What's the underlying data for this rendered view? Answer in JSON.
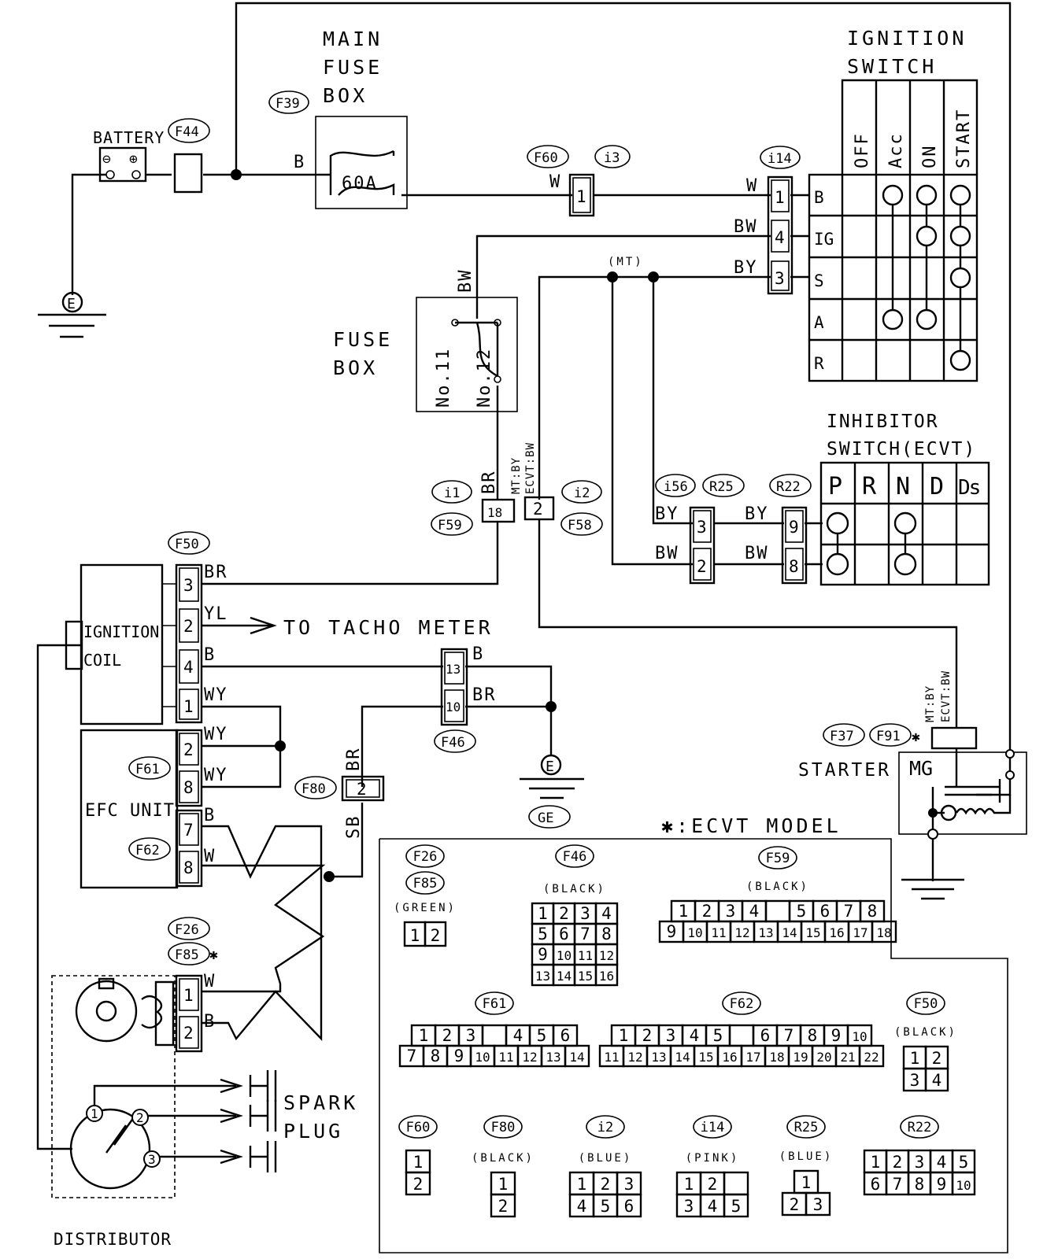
{
  "components": {
    "battery": "BATTERY",
    "battery_terminals": [
      "⊖",
      "⊕"
    ],
    "main_fuse_box": [
      "MAIN",
      "FUSE",
      "BOX"
    ],
    "main_fuse_rating": "60A",
    "ignition_switch": [
      "IGNITION",
      "SWITCH"
    ],
    "ignition_positions": [
      "OFF",
      "Acc",
      "ON",
      "START"
    ],
    "ignition_rows": [
      "B",
      "IG",
      "S",
      "A",
      "R"
    ],
    "fuse_box": [
      "FUSE",
      "BOX"
    ],
    "fuse_labels": [
      "No.11",
      "No.12"
    ],
    "inhibitor_switch": [
      "INHIBITOR",
      "SWITCH(ECVT)"
    ],
    "inhibitor_positions": [
      "P",
      "R",
      "N",
      "D",
      "Ds"
    ],
    "ignition_coil": [
      "IGNITION",
      "COIL"
    ],
    "efc_unit": "EFC UNIT",
    "starter": "STARTER",
    "starter_mg": "MG",
    "distributor": "DISTRIBUTOR",
    "spark_plug": [
      "SPARK",
      "PLUG"
    ],
    "tacho": "TO TACHO METER",
    "mt_label": "(MT)",
    "ecvt_note": "✱:ECVT MODEL",
    "ground_e": "E",
    "ground_ge": "GE",
    "starter_wire_note": [
      "MT:BY",
      "ECVT:BW"
    ]
  },
  "connector_ids": {
    "f44": "F44",
    "f39": "F39",
    "f60": "F60",
    "i3": "i3",
    "i14": "i14",
    "i1": "i1",
    "f59": "F59",
    "i2": "i2",
    "f58": "F58",
    "i56": "i56",
    "r25": "R25",
    "r22": "R22",
    "f50": "F50",
    "f61": "F61",
    "f62": "F62",
    "f46": "F46",
    "f80": "F80",
    "f37": "F37",
    "f91": "F91",
    "f26": "F26",
    "f85": "F85",
    "star": "✱"
  },
  "wire_colors": {
    "b": "B",
    "w": "W",
    "bw": "BW",
    "by": "BY",
    "br": "BR",
    "yl": "YL",
    "wy": "WY",
    "sb": "SB",
    "mt_by_ecvt_bw": [
      "MT:BY",
      "ECVT:BW"
    ]
  },
  "pins": {
    "i14": [
      "1",
      "4",
      "3"
    ],
    "f60": "1",
    "i1": "18",
    "i2": "2",
    "i56": [
      "3",
      "2"
    ],
    "r22": [
      "9",
      "8"
    ],
    "f50": [
      "3",
      "2",
      "4",
      "1"
    ],
    "f61": [
      "2",
      "8"
    ],
    "f62": [
      "7",
      "8"
    ],
    "f46": [
      "13",
      "10"
    ],
    "f80": "2",
    "f26": [
      "1",
      "2"
    ],
    "dist": [
      "1",
      "2",
      "3"
    ]
  },
  "connector_views": [
    {
      "ids": [
        "F26",
        "F85"
      ],
      "color": "(GREEN)",
      "rows": [
        [
          "1",
          "2"
        ]
      ]
    },
    {
      "ids": [
        "F46"
      ],
      "color": "(BLACK)",
      "rows": [
        [
          "1",
          "2",
          "3",
          "4"
        ],
        [
          "5",
          "6",
          "7",
          "8"
        ],
        [
          "9",
          "10",
          "11",
          "12"
        ],
        [
          "13",
          "14",
          "15",
          "16"
        ]
      ]
    },
    {
      "ids": [
        "F59"
      ],
      "color": "(BLACK)",
      "rows": [
        [
          "1",
          "2",
          "3",
          "4",
          "",
          "5",
          "6",
          "7",
          "8"
        ],
        [
          "9",
          "10",
          "11",
          "12",
          "13",
          "14",
          "15",
          "16",
          "17",
          "18"
        ]
      ]
    },
    {
      "ids": [
        "F61"
      ],
      "color": "",
      "rows": [
        [
          "1",
          "2",
          "3",
          "",
          "4",
          "5",
          "6"
        ],
        [
          "7",
          "8",
          "9",
          "10",
          "11",
          "12",
          "13",
          "14"
        ]
      ]
    },
    {
      "ids": [
        "F62"
      ],
      "color": "",
      "rows": [
        [
          "1",
          "2",
          "3",
          "4",
          "5",
          "",
          "6",
          "7",
          "8",
          "9",
          "10"
        ],
        [
          "11",
          "12",
          "13",
          "14",
          "15",
          "16",
          "17",
          "18",
          "19",
          "20",
          "21",
          "22"
        ]
      ]
    },
    {
      "ids": [
        "F50"
      ],
      "color": "(BLACK)",
      "rows": [
        [
          "1",
          "2"
        ],
        [
          "3",
          "4"
        ]
      ]
    },
    {
      "ids": [
        "F60"
      ],
      "color": "",
      "rows": [
        [
          "1"
        ],
        [
          "2"
        ]
      ]
    },
    {
      "ids": [
        "F80"
      ],
      "color": "(BLACK)",
      "rows": [
        [
          "1"
        ],
        [
          "2"
        ]
      ]
    },
    {
      "ids": [
        "i2"
      ],
      "color": "(BLUE)",
      "rows": [
        [
          "1",
          "2",
          "3"
        ],
        [
          "4",
          "5",
          "6"
        ]
      ]
    },
    {
      "ids": [
        "i14"
      ],
      "color": "(PINK)",
      "rows": [
        [
          "1",
          "2",
          ""
        ],
        [
          "3",
          "4",
          "5"
        ]
      ]
    },
    {
      "ids": [
        "R25"
      ],
      "color": "(BLUE)",
      "rows": [
        [
          "1"
        ],
        [
          "2",
          "3"
        ]
      ]
    },
    {
      "ids": [
        "R22"
      ],
      "color": "",
      "rows": [
        [
          "1",
          "2",
          "3",
          "4",
          "5"
        ],
        [
          "6",
          "7",
          "8",
          "9",
          "10"
        ]
      ]
    }
  ]
}
